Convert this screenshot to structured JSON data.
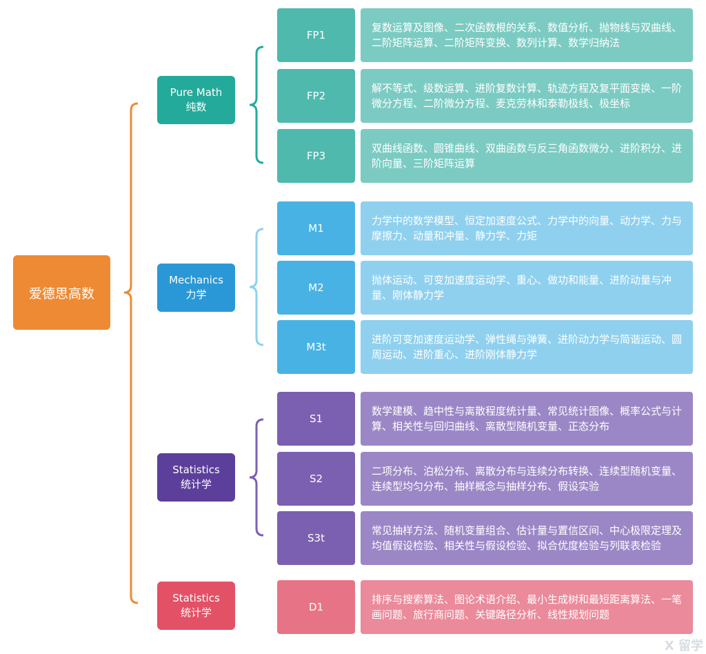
{
  "colors": {
    "root": "#ee8a33",
    "pure_math_cat": "#23aa9b",
    "pure_math_code": "#4fb9ae",
    "pure_math_desc": "#7ccbc3",
    "mechanics_cat": "#2a98d6",
    "mechanics_code": "#48b2e4",
    "mechanics_desc": "#8fd0ee",
    "statistics_cat": "#5c3f9b",
    "statistics_code": "#7b60b1",
    "statistics_desc": "#9b87c6",
    "decision_cat": "#e35166",
    "decision_code": "#e77486",
    "decision_desc": "#eb8a9a"
  },
  "root": {
    "label": "爱德思高数"
  },
  "categories": [
    {
      "line1": "Pure Math",
      "line2": "纯数"
    },
    {
      "line1": "Mechanics",
      "line2": "力学"
    },
    {
      "line1": "Statistics",
      "line2": "统计学"
    },
    {
      "line1": "Statistics",
      "line2": "统计学"
    }
  ],
  "modules": [
    {
      "code": "FP1",
      "desc": "复数运算及图像、二次函数根的关系、数值分析、抛物线与双曲线、二阶矩阵运算、二阶矩阵变换、数列计算、数学归纳法"
    },
    {
      "code": "FP2",
      "desc": "解不等式、级数运算、进阶复数计算、轨迹方程及复平面变换、一阶微分方程、二阶微分方程、麦克劳林和泰勒极线、极坐标"
    },
    {
      "code": "FP3",
      "desc": "双曲线函数、圆锥曲线、双曲函数与反三角函数微分、进阶积分、进阶向量、三阶矩阵运算"
    },
    {
      "code": "M1",
      "desc": "力学中的数学模型、恒定加速度公式、力学中的向量、动力学、力与摩擦力、动量和冲量、静力学、力矩"
    },
    {
      "code": "M2",
      "desc": "抛体运动、可变加速度运动学、重心、做功和能量、进阶动量与冲量、刚体静力学"
    },
    {
      "code": "M3t",
      "desc": "进阶可变加速度运动学、弹性绳与弹簧、进阶动力学与简谐运动、圆周运动、进阶重心、进阶刚体静力学"
    },
    {
      "code": "S1",
      "desc": "数学建模、趋中性与离散程度统计量、常见统计图像、概率公式与计算、相关性与回归曲线、离散型随机变量、正态分布"
    },
    {
      "code": "S2",
      "desc": "二项分布、泊松分布、离散分布与连续分布转换、连续型随机变量、连续型均匀分布、抽样概念与抽样分布、假设实验"
    },
    {
      "code": "S3t",
      "desc": "常见抽样方法、随机变量组合、估计量与置信区间、中心极限定理及均值假设检验、相关性与假设检验、拟合优度检验与列联表检验"
    },
    {
      "code": "D1",
      "desc": "排序与搜索算法、图论术语介绍、最小生成树和最短距离算法、一笔画问题、旅行商问题、关键路径分析、线性规划问题"
    }
  ],
  "watermark": "X 留学"
}
